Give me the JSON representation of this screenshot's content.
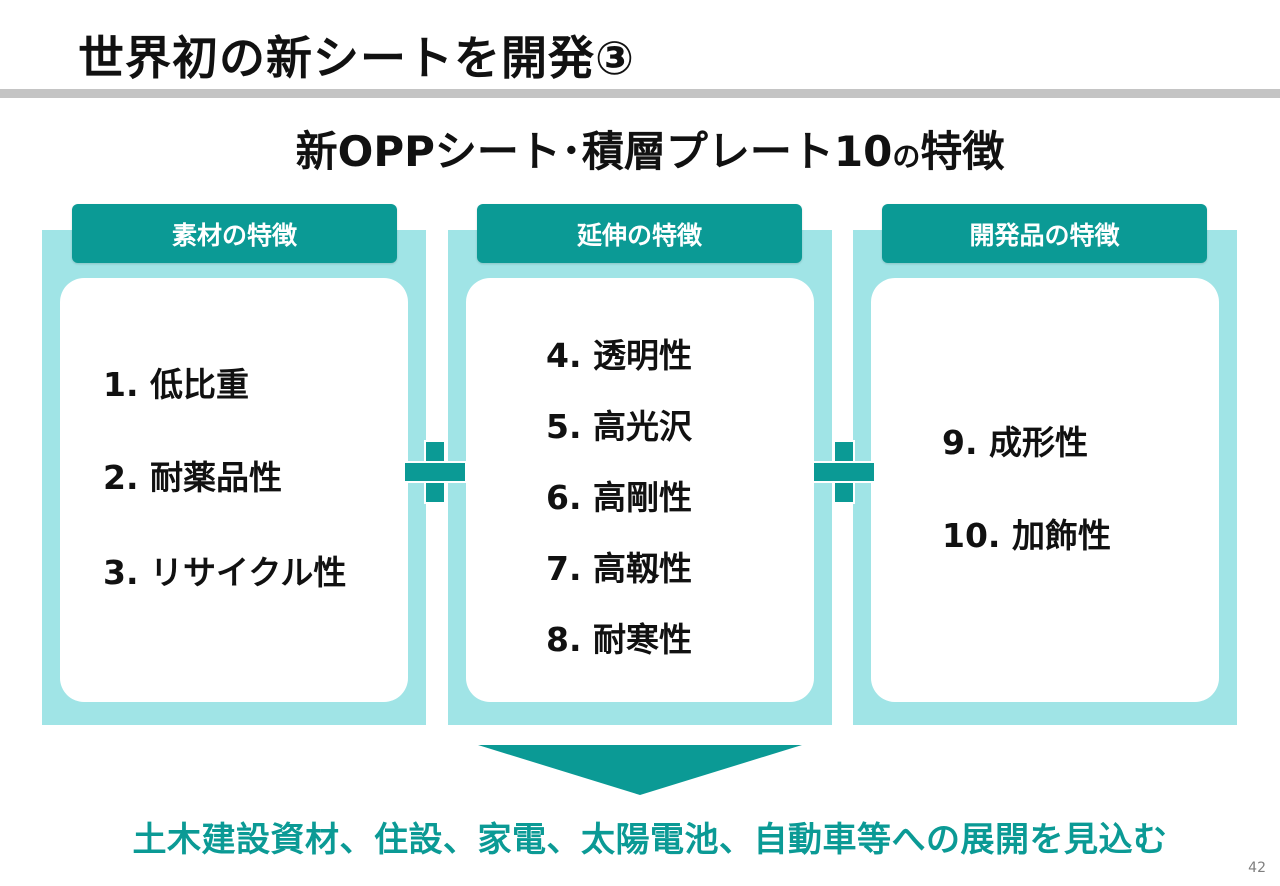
{
  "slide": {
    "title": "世界初の新シートを開発③",
    "subtitle_main": "新OPPシート･積層プレート10",
    "subtitle_particle": "の",
    "subtitle_end": "特徴",
    "conclusion": "土木建設資材、住設、家電、太陽電池、自動車等への展開を見込む",
    "page_number": "42"
  },
  "panels": [
    {
      "header": "素材の特徴",
      "items": [
        "1.  低比重",
        "2.  耐薬品性",
        "3.  リサイクル性"
      ]
    },
    {
      "header": "延伸の特徴",
      "items": [
        "4. 透明性",
        "5. 高光沢",
        "6. 高剛性",
        "7. 高靱性",
        "8. 耐寒性"
      ]
    },
    {
      "header": "開発品の特徴",
      "items": [
        "9. 成形性",
        "10. 加飾性"
      ]
    }
  ],
  "colors": {
    "accent": "#0b9a95",
    "panel_background": "#a0e4e6",
    "title_rule": "#c4c4c4"
  },
  "icons": [
    "plus-icon",
    "plus-icon",
    "down-arrow-icon"
  ]
}
